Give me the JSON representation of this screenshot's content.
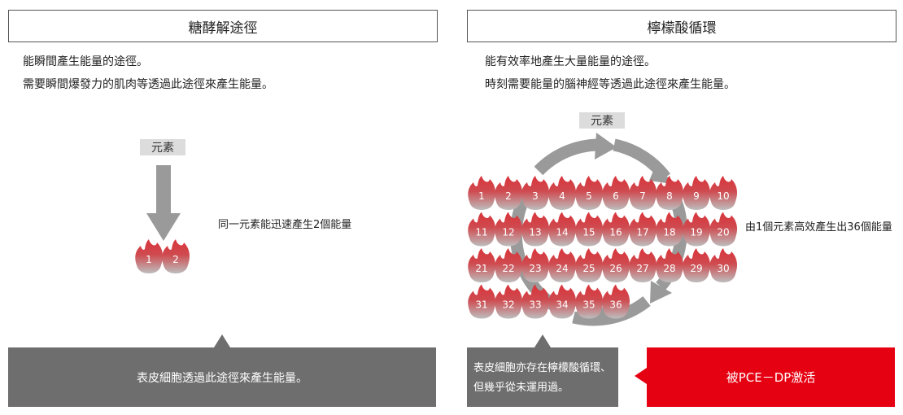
{
  "left": {
    "title": "糖酵解途徑",
    "desc_lines": [
      "能瞬間產生能量的途徑。",
      "需要瞬間爆發力的肌肉等透過此途徑來產生能量。"
    ],
    "element_label": "元素",
    "flames": [
      "1",
      "2"
    ],
    "note": "同一元素能迅速產生2個能量",
    "panel_text": "表皮細胞透過此途徑來產生能量。"
  },
  "right": {
    "title": "檸檬酸循環",
    "desc_lines": [
      "能有效率地產生大量能量的途徑。",
      "時刻需要能量的腦神經等透過此途徑來產生能量。"
    ],
    "element_label": "元素",
    "flames": [
      "1",
      "2",
      "3",
      "4",
      "5",
      "6",
      "7",
      "8",
      "9",
      "10",
      "11",
      "12",
      "13",
      "14",
      "15",
      "16",
      "17",
      "18",
      "19",
      "20",
      "21",
      "22",
      "23",
      "24",
      "25",
      "26",
      "27",
      "28",
      "29",
      "30",
      "31",
      "32",
      "33",
      "34",
      "35",
      "36"
    ],
    "note": "由1個元素高效產生出36個能量",
    "panel_lines": [
      "表皮細胞亦存在檸檬酸循環、",
      "但幾乎從未運用過。"
    ],
    "red_panel_text": "被PCE－DP激活"
  },
  "colors": {
    "flame_top": "#d9343a",
    "flame_bottom": "#c0c0c0",
    "arrow_gray": "#9a9a9a",
    "panel_gray": "#6e6e6e",
    "panel_red": "#e50012"
  }
}
